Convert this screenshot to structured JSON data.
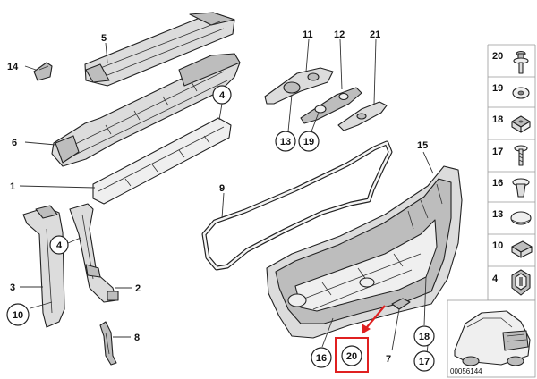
{
  "callouts": {
    "p1": "1",
    "p2": "2",
    "p3": "3",
    "p4a": "4",
    "p4b": "4",
    "p5": "5",
    "p6": "6",
    "p7": "7",
    "p8": "8",
    "p9": "9",
    "p10": "10",
    "p11": "11",
    "p12": "12",
    "p13": "13",
    "p14": "14",
    "p15": "15",
    "p16": "16",
    "p17": "17",
    "p18": "18",
    "p19": "19",
    "p20": "20",
    "p21": "21"
  },
  "side_panel": {
    "items": [
      "20",
      "19",
      "18",
      "17",
      "16",
      "13",
      "10",
      "4"
    ]
  },
  "catalog_code": "00056144",
  "highlight": {
    "part": "20",
    "color": "#e02020"
  }
}
